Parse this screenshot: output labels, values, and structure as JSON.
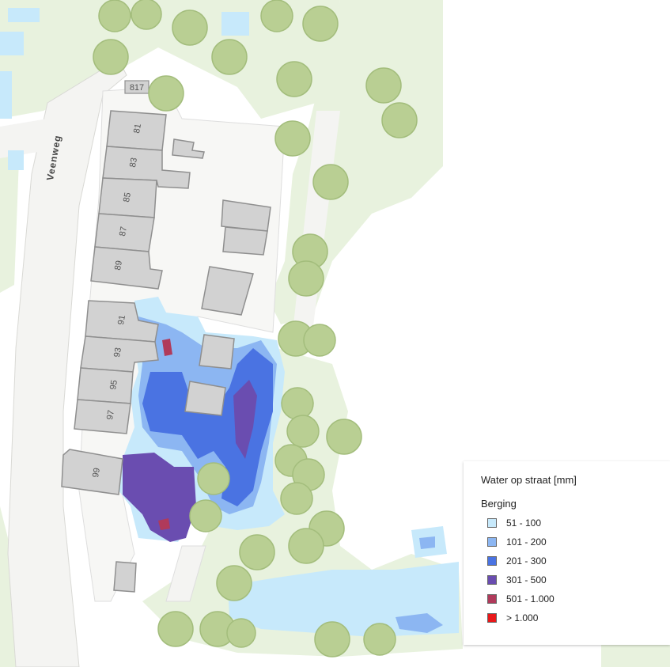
{
  "map": {
    "road_label": "Veenweg",
    "house_numbers": [
      "81",
      "83",
      "85",
      "87",
      "89",
      "91",
      "93",
      "95",
      "97",
      "99"
    ],
    "road_sign": "817",
    "colors": {
      "background": "#ffffff",
      "park": "#e8f2de",
      "road": "#f4f4f2",
      "building": "#d2d2d2",
      "tree": "#b9cf93"
    }
  },
  "legend": {
    "title": "Water op straat [mm]",
    "group": "Berging",
    "items": [
      {
        "label": "51 - 100",
        "color": "#c7e9fb"
      },
      {
        "label": "101 - 200",
        "color": "#8cb6f2"
      },
      {
        "label": "201 - 300",
        "color": "#4a73e2"
      },
      {
        "label": "301 - 500",
        "color": "#6a4db0"
      },
      {
        "label": "501 - 1.000",
        "color": "#b03a5b"
      },
      {
        "label": "> 1.000",
        "color": "#e8181a"
      }
    ]
  }
}
